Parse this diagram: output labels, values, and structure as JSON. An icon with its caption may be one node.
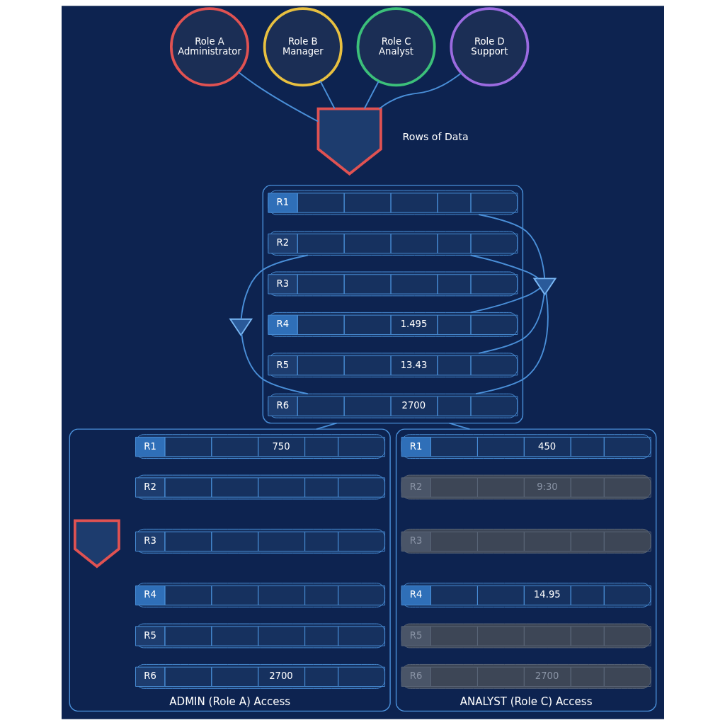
{
  "diagram": {
    "nodes": [
      {
        "text": [
          "Role A",
          "Administrator"
        ]
      },
      {
        "text": [
          "Role B",
          "Manager"
        ]
      },
      {
        "text": [
          "Role C",
          "Analyst"
        ]
      },
      {
        "text": [
          "Role D",
          "Support"
        ]
      },
      {
        "text": [],
        "shape": "shield"
      },
      {
        "text": [],
        "shape": "box"
      },
      {
        "text": [
          "R1"
        ],
        "in": 5
      },
      {
        "text": [
          "R2"
        ],
        "in": 5
      },
      {
        "text": [
          "R3"
        ],
        "in": 5
      },
      {
        "text": [
          "R4",
          "1.495"
        ],
        "in": 5
      },
      {
        "text": [
          "R5",
          "13.43"
        ],
        "in": 5
      },
      {
        "text": [
          "R6",
          "2700"
        ],
        "in": 5
      },
      {
        "text": [],
        "shape": "funnel"
      },
      {
        "text": [],
        "shape": "funnel"
      },
      {
        "text": [
          "ADMIN (Role A) Access"
        ]
      },
      {
        "text": [
          "R1",
          "750"
        ],
        "in": 14
      },
      {
        "text": [
          "R2"
        ],
        "in": 14
      },
      {
        "text": [
          "R3"
        ],
        "in": 14
      },
      {
        "text": [
          "R4"
        ],
        "in": 14
      },
      {
        "text": [
          "R5"
        ],
        "in": 14
      },
      {
        "text": [
          "R6",
          "2700"
        ],
        "in": 14
      },
      {
        "text": [],
        "shape": "shield",
        "in": 14
      },
      {
        "text": [
          "ANALYST (Role C) Access"
        ]
      },
      {
        "text": [
          "R1",
          "450"
        ],
        "in": 22
      },
      {
        "text": [
          "R2",
          "9:30"
        ],
        "in": 22
      },
      {
        "text": [
          "R3"
        ],
        "in": 22
      },
      {
        "text": [
          "R4",
          "14.95"
        ],
        "in": 22
      },
      {
        "text": [
          "R5"
        ],
        "in": 22
      },
      {
        "text": [
          "R6",
          "2700"
        ],
        "in": 22
      }
    ],
    "edges": [
      {
        "from": 0,
        "to": 4,
        "arrow": "none"
      },
      {
        "from": 1,
        "to": 4,
        "arrow": "none"
      },
      {
        "from": 2,
        "to": 4,
        "arrow": "none"
      },
      {
        "from": 3,
        "to": 4,
        "arrow": "none"
      },
      {
        "from": 6,
        "to": 12,
        "arrow": "none"
      },
      {
        "from": 7,
        "to": 12,
        "arrow": "none"
      },
      {
        "from": 7,
        "to": 13,
        "arrow": "none"
      },
      {
        "from": 12,
        "to": 9,
        "arrow": "none"
      },
      {
        "from": 12,
        "to": 10,
        "arrow": "none"
      },
      {
        "from": 12,
        "to": 11,
        "arrow": "none"
      },
      {
        "from": 13,
        "to": 11,
        "arrow": "none"
      },
      {
        "from": 5,
        "to": 14,
        "arrow": "none"
      },
      {
        "from": 5,
        "to": 22,
        "arrow": "none"
      }
    ],
    "labels": [
      "Rows of Data"
    ]
  }
}
